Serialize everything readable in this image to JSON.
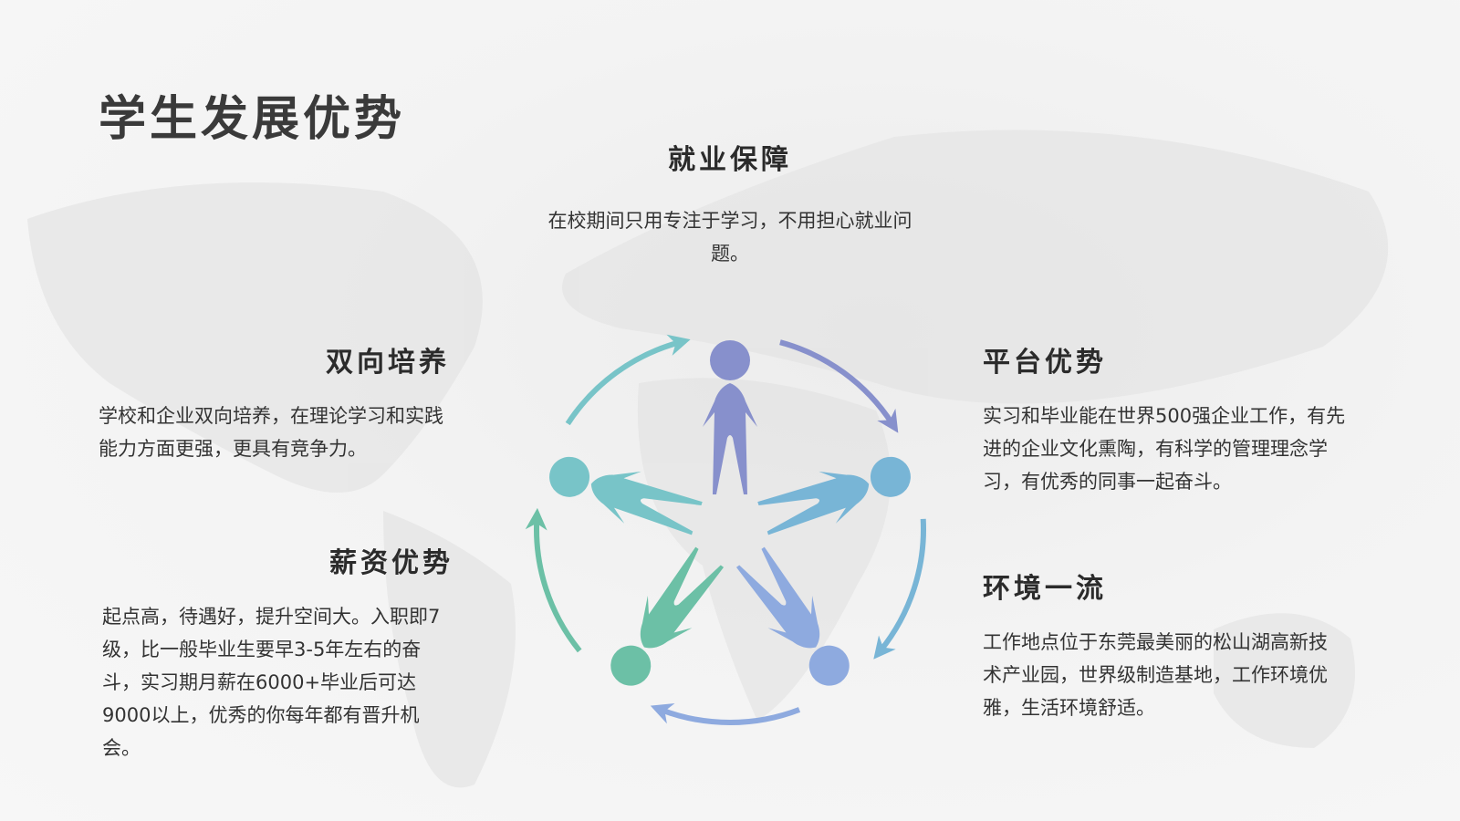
{
  "title": "学生发展优势",
  "sections": {
    "top": {
      "heading": "就业保障",
      "text": "在校期间只用专注于学习，不用担心就业问题。"
    },
    "left_upper": {
      "heading": "双向培养",
      "text": "学校和企业双向培养，在理论学习和实践能力方面更强，更具有竞争力。"
    },
    "left_lower": {
      "heading": "薪资优势",
      "text": "起点高，待遇好，提升空间大。入职即7级，比一般毕业生要早3-5年左右的奋斗，实习期月薪在6000+毕业后可达9000以上，优秀的你每年都有晋升机会。"
    },
    "right_upper": {
      "heading": "平台优势",
      "text": "实习和毕业能在世界500强企业工作，有先进的企业文化熏陶，有科学的管理理念学习，有优秀的同事一起奋斗。"
    },
    "right_lower": {
      "heading": "环境一流",
      "text": "工作地点位于东莞最美丽的松山湖高新技术产业园，世界级制造基地，工作环境优雅，生活环境舒适。"
    }
  },
  "diagram": {
    "figure_colors": [
      "#8790cc",
      "#78b5d6",
      "#8eaadf",
      "#6cc0a6",
      "#78c4c8"
    ],
    "arc_colors": [
      "#8790cc",
      "#78b5d6",
      "#8eaadf",
      "#6cc0a6",
      "#78c4c8"
    ]
  }
}
